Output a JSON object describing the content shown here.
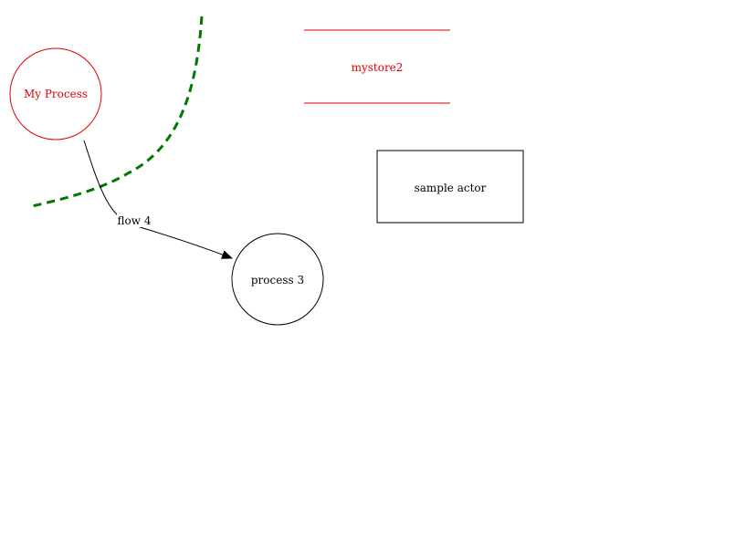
{
  "diagram": {
    "nodes": {
      "my_process": {
        "label": "My Process",
        "kind": "process",
        "color": "#e00000"
      },
      "process_3": {
        "label": "process 3",
        "kind": "process",
        "color": "#000000"
      },
      "mystore2": {
        "label": "mystore2",
        "kind": "datastore",
        "color": "#e00000"
      },
      "sample_actor": {
        "label": "sample actor",
        "kind": "actor",
        "color": "#000000"
      }
    },
    "flows": {
      "flow_4": {
        "label": "flow 4",
        "from": "My Process",
        "to": "process 3",
        "color": "#000000"
      }
    },
    "trust_boundary": {
      "color": "#007700",
      "style": "dashed"
    }
  }
}
